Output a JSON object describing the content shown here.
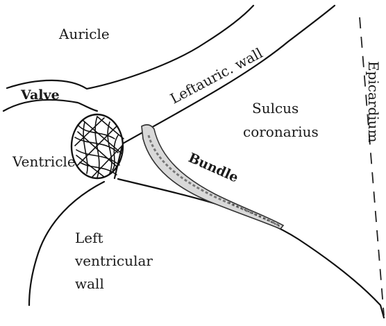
{
  "labels": {
    "auricle": "Auricle",
    "left_auric_wall": "Leftauric. wall",
    "valve": "Valve",
    "ventricle": "Ventricle",
    "sulcus_line1": "Sulcus",
    "sulcus_line2": "coronarius",
    "bundle": "Bundle",
    "epicardium": "Epicardium",
    "lv_line1": "Left",
    "lv_line2": "ventricular",
    "lv_line3": "wall"
  }
}
